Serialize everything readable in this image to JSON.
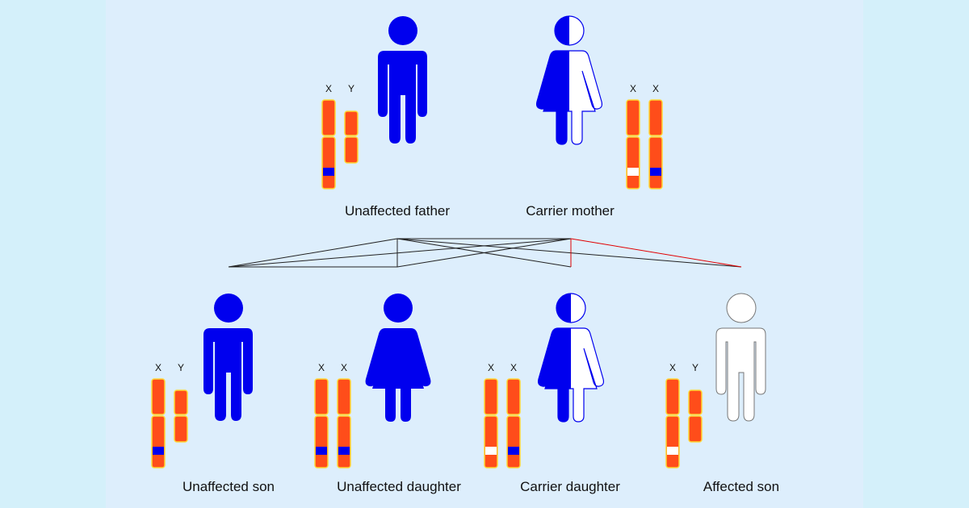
{
  "colors": {
    "affected_blue": "#0000ee",
    "unaffected_white": "#ffffff",
    "chromosome_red": "#ff4d1a",
    "chromosome_outline": "#ffd633",
    "line_black": "#222222",
    "line_red": "#e00000"
  },
  "parents": [
    {
      "label": "Unaffected father",
      "figure": "male",
      "fill": "blue",
      "chromosomes": [
        {
          "tag": "X",
          "band": "blue"
        },
        {
          "tag": "Y",
          "band": null
        }
      ]
    },
    {
      "label": "Carrier mother",
      "figure": "female",
      "fill": "half",
      "chromosomes": [
        {
          "tag": "X",
          "band": "white"
        },
        {
          "tag": "X",
          "band": "blue"
        }
      ]
    }
  ],
  "children": [
    {
      "label": "Unaffected son",
      "figure": "male",
      "fill": "blue",
      "chromosomes": [
        {
          "tag": "X",
          "band": "blue"
        },
        {
          "tag": "Y",
          "band": null
        }
      ]
    },
    {
      "label": "Unaffected daughter",
      "figure": "female",
      "fill": "blue",
      "chromosomes": [
        {
          "tag": "X",
          "band": "blue"
        },
        {
          "tag": "X",
          "band": "blue"
        }
      ]
    },
    {
      "label": "Carrier daughter",
      "figure": "female",
      "fill": "half",
      "chromosomes": [
        {
          "tag": "X",
          "band": "white"
        },
        {
          "tag": "X",
          "band": "blue"
        }
      ]
    },
    {
      "label": "Affected son",
      "figure": "male",
      "fill": "white",
      "chromosomes": [
        {
          "tag": "X",
          "band": "white"
        },
        {
          "tag": "Y",
          "band": null
        }
      ]
    }
  ]
}
